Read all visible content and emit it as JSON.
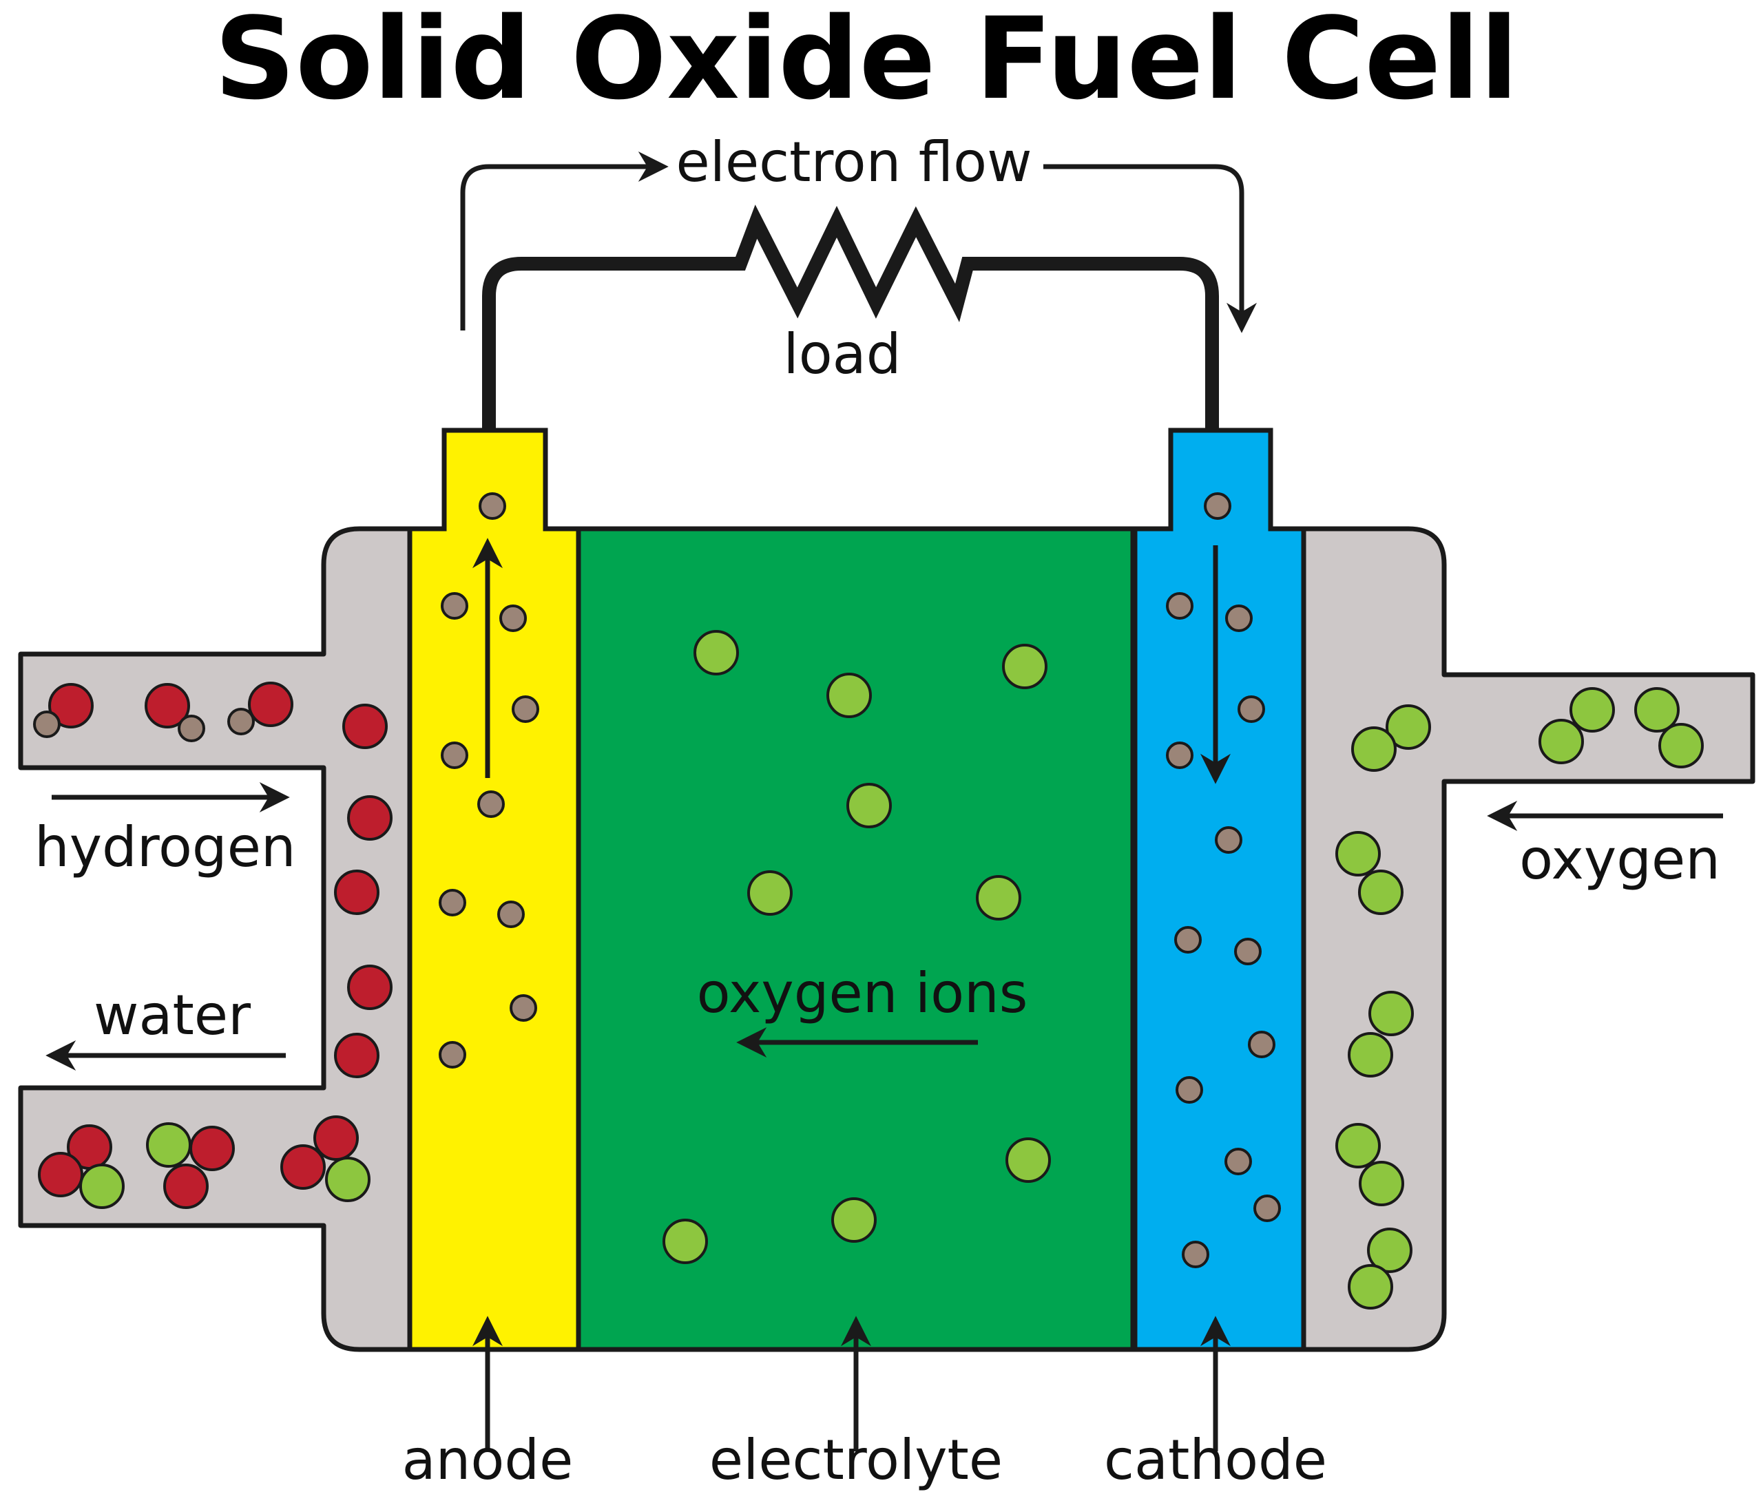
{
  "title": "Solid Oxide Fuel Cell",
  "labels": {
    "electron_flow": "electron flow",
    "load": "load",
    "hydrogen": "hydrogen",
    "water": "water",
    "oxygen": "oxygen",
    "oxygen_ions": "oxygen ions",
    "anode": "anode",
    "electrolyte": "electrolyte",
    "cathode": "cathode"
  },
  "colors": {
    "housing": "#cdc8c8",
    "anode": "#fff200",
    "electrolyte": "#00a550",
    "cathode": "#00aeef",
    "hydrogen_atom": "#be1e2d",
    "oxygen_atom": "#8dc63f",
    "electron": "#9b8578",
    "outline": "#1a1a1a"
  }
}
